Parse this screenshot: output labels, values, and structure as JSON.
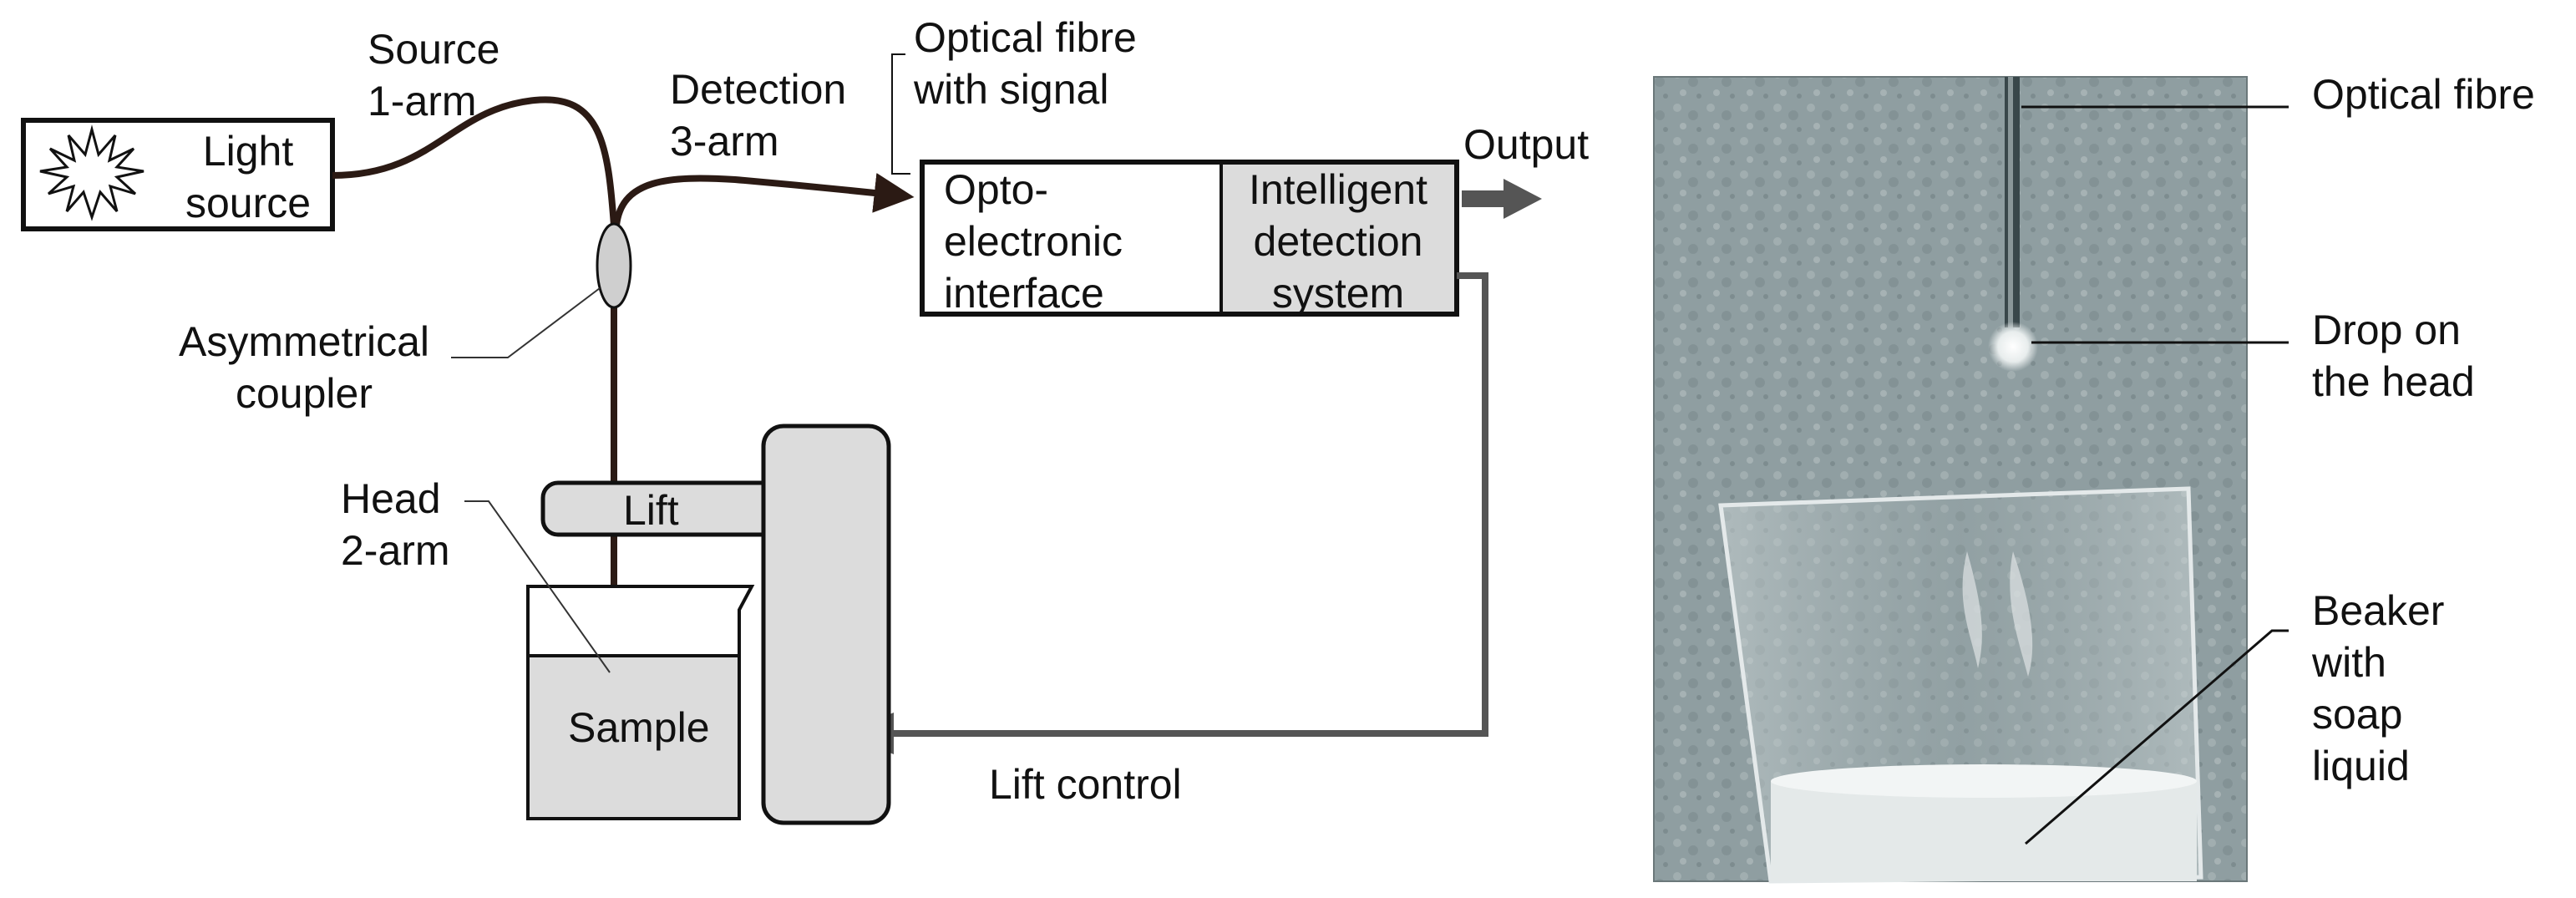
{
  "colors": {
    "ink": "#111111",
    "fibre": "#2b1a14",
    "box_fill": "#dcdcdc",
    "control_line": "#555555",
    "photo_bg": "#8f9ea1"
  },
  "diagram": {
    "light_source": "Light\nsource",
    "source_arm": "Source\n1-arm",
    "detection_arm": "Detection\n3-arm",
    "optical_fibre_signal": "Optical fibre\nwith signal",
    "opto_interface": "Opto-\nelectronic\ninterface",
    "intelligent_system": "Intelligent\ndetection\nsystem",
    "output": "Output",
    "asym_coupler": "Asymmetrical\ncoupler",
    "head_arm": "Head\n2-arm",
    "lift": "Lift",
    "sample": "Sample",
    "lift_control": "Lift control"
  },
  "photo": {
    "optical_fibre": "Optical fibre",
    "drop_on_head": "Drop on\nthe head",
    "beaker": "Beaker\nwith\nsoap\nliquid"
  }
}
